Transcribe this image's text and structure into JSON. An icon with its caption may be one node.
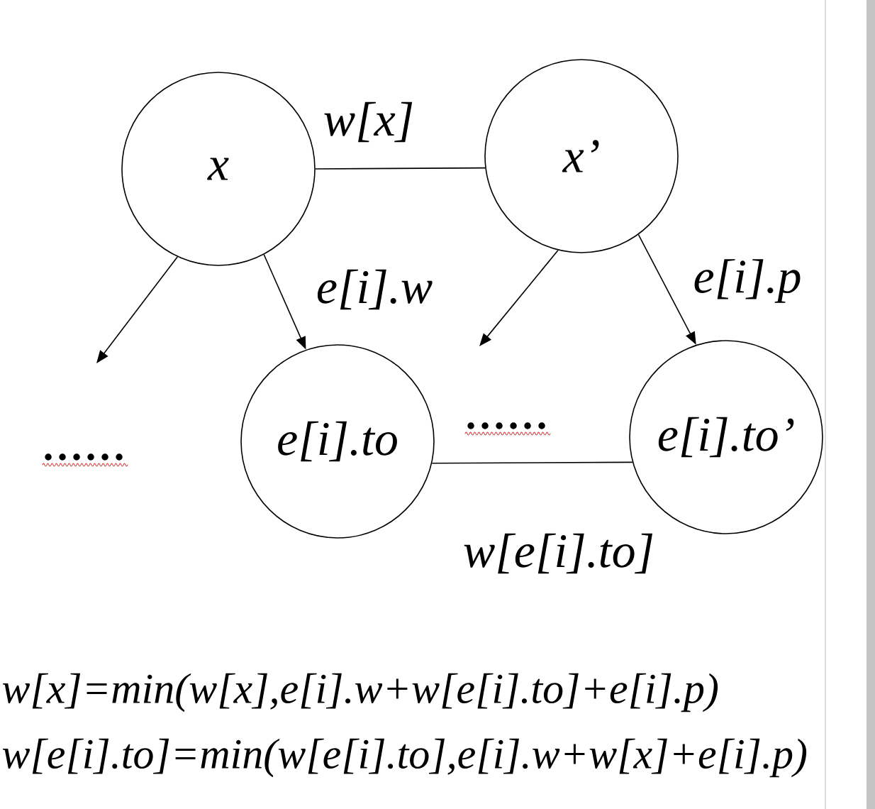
{
  "diagram": {
    "nodes": [
      {
        "text": [
          "x"
        ]
      },
      {
        "text": [
          "x’"
        ]
      },
      {
        "text": [
          "e[i].to"
        ]
      },
      {
        "text": [
          "e[i].to’"
        ]
      }
    ],
    "edges": [
      {
        "from": 0,
        "to": 1,
        "arrow": "none",
        "label": "w[x]"
      },
      {
        "from": 0,
        "to": null,
        "arrow": "to"
      },
      {
        "from": 0,
        "to": 2,
        "arrow": "to",
        "label": "e[i].w"
      },
      {
        "from": 1,
        "to": null,
        "arrow": "to"
      },
      {
        "from": 1,
        "to": 3,
        "arrow": "to",
        "label": "e[i].p"
      },
      {
        "from": 2,
        "to": 3,
        "arrow": "none",
        "label": "w[e[i].to]"
      }
    ],
    "labels": [
      "......",
      "......",
      "w[x]=min(w[x],e[i].w+w[e[i].to]+e[i].p)",
      "w[e[i].to]=min(w[e[i].to],e[i].w+w[x]+e[i].p)"
    ]
  }
}
